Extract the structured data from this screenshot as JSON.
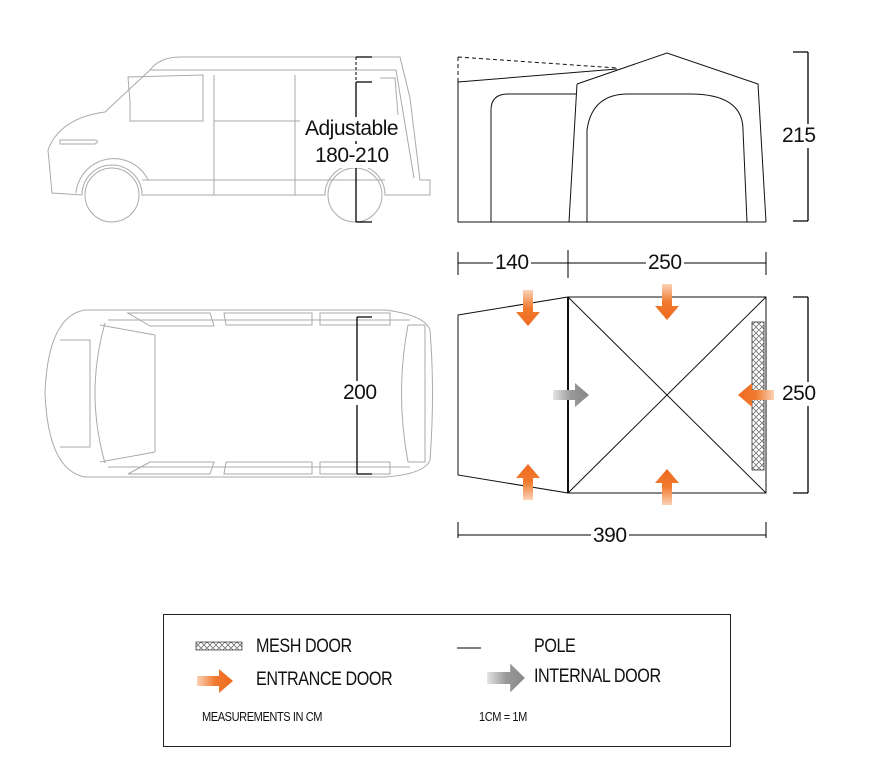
{
  "van_side": {
    "height_label_1": "Adjustable",
    "height_label_2": "180-210"
  },
  "van_top": {
    "width_label": "200"
  },
  "tent_side": {
    "height_label": "215"
  },
  "tent_plan": {
    "annex_depth_label": "140",
    "main_depth_label": "250",
    "width_label": "250",
    "total_length_label": "390"
  },
  "legend": {
    "mesh_door": "MESH DOOR",
    "pole": "POLE",
    "entrance_door": "ENTRANCE DOOR",
    "internal_door": "INTERNAL DOOR",
    "units": "MEASUREMENTS IN CM",
    "scale": "1CM = 1M"
  },
  "colors": {
    "entrance_arrow": "#f07a30",
    "internal_arrow": "#8a8a8a",
    "van_line": "#aaaaaa"
  }
}
